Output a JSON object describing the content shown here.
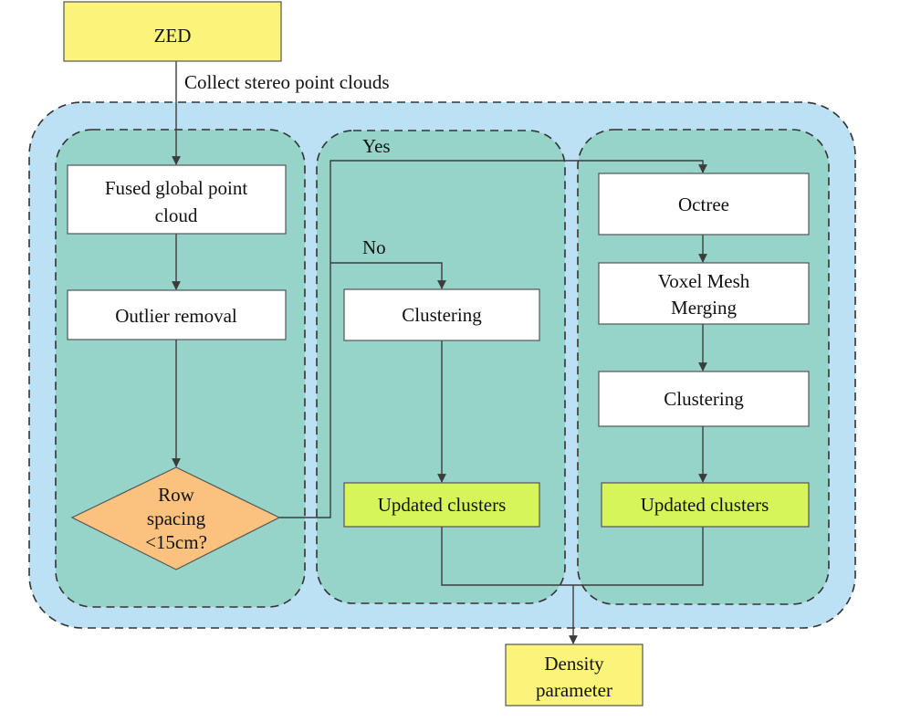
{
  "colors": {
    "outer_fill": "#bde1f4",
    "panel_fill": "#96d4c9",
    "io_fill": "#fbf47a",
    "result_fill": "#d6f55a",
    "decision_fill": "#fbc27f",
    "process_fill": "#ffffff",
    "line": "#3c3c3c"
  },
  "nodes": {
    "zed": "ZED",
    "fused": [
      "Fused global point",
      "cloud"
    ],
    "outlier": "Outlier removal",
    "decision": [
      "Row",
      "spacing",
      "<15cm?"
    ],
    "clustering_mid": "Clustering",
    "updated_mid": "Updated clusters",
    "octree": "Octree",
    "voxel": [
      "Voxel Mesh",
      "Merging"
    ],
    "clustering_right": "Clustering",
    "updated_right": "Updated clusters",
    "density": [
      "Density",
      "parameter"
    ]
  },
  "edge_labels": {
    "collect": "Collect stereo point clouds",
    "yes": "Yes",
    "no": "No"
  }
}
